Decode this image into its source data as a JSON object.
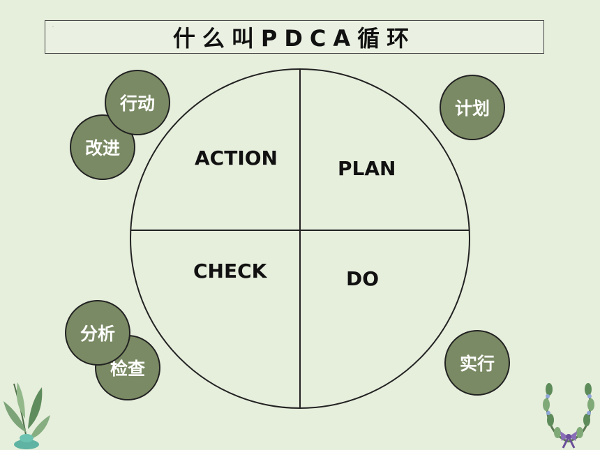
{
  "title": "什么叫PDCA循环",
  "title_dot": "·",
  "quadrants": {
    "action": "ACTION",
    "plan": "PLAN",
    "check": "CHECK",
    "do": "DO"
  },
  "bubbles": {
    "xingdong": "行动",
    "gaijin": "改进",
    "jihua": "计划",
    "fenxi": "分析",
    "jiancha": "检查",
    "shixing": "实行"
  },
  "colors": {
    "background": "#e6eedc",
    "bubble_fill": "#7a8a64",
    "bubble_text": "#ffffff"
  }
}
